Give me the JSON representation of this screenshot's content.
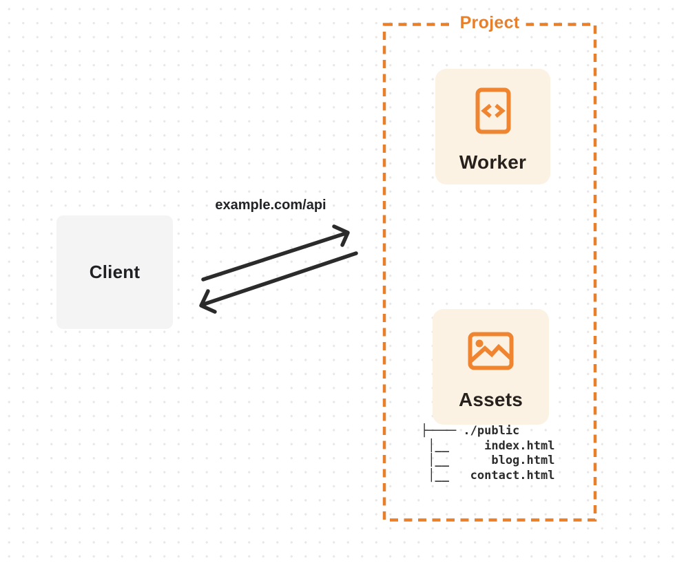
{
  "diagram": {
    "project": {
      "label": "Project"
    },
    "client": {
      "label": "Client"
    },
    "request": {
      "label": "example.com/api"
    },
    "nodes": [
      {
        "id": "worker",
        "label": "Worker",
        "icon": "code-file-icon"
      },
      {
        "id": "assets",
        "label": "Assets",
        "icon": "image-icon"
      }
    ],
    "file_tree": {
      "root": "./public",
      "files": [
        "index.html",
        "blog.html",
        "contact.html"
      ],
      "ascii": "├──── ./public\n │__     index.html\n │__      blog.html\n │__   contact.html"
    },
    "colors": {
      "orange": "#e8802b",
      "icon_orange": "#ef8530",
      "card_cream": "#fcf2e3",
      "client_gray": "#f4f4f5",
      "ink": "#262626",
      "dot_grid": "#e8e8e8"
    }
  }
}
